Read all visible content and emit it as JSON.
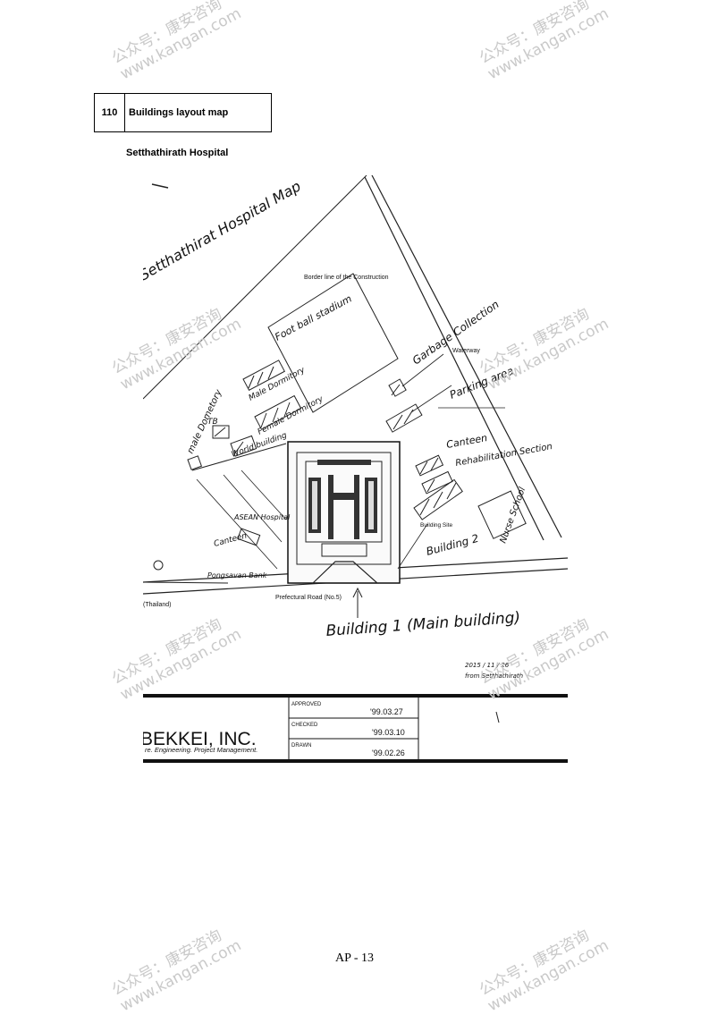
{
  "header": {
    "number": "110",
    "title": "Buildings layout map"
  },
  "subtitle": "Setthathirath Hospital",
  "map": {
    "handwritten_title": "Setthathirat Hospital Map",
    "border_line": "Border line of the Construction",
    "football": "Foot ball stadium",
    "garbage": "Garbage Collection",
    "waterway": "Waterway",
    "parking": "Parking area",
    "male_dorm": "Male Dormitory",
    "female_dorm": "Female Dormitory",
    "tb": "TB",
    "male_dormitory": "male Dometory",
    "world_building": "World building",
    "canteen": "Canteen",
    "rehab": "Rehabilitation Section",
    "building_site": "Building Site",
    "building2": "Building 2",
    "nurse_school": "Nurse School",
    "asean": "ASEAN Hospital",
    "canteen2": "Canteen",
    "bank": "Pongsavan Bank",
    "road_left": "(Thailand)",
    "road": "Prefectural Road (No.5)",
    "building1": "Building 1 (Main building)",
    "note": "2015 / 11 / 26",
    "note2": "from Setthathirath"
  },
  "title_block": {
    "company": "BEKKEI, INC.",
    "tagline": "re. Engineering. Project Management.",
    "approved_label": "APPROVED",
    "approved_date": "'99.03.27",
    "checked_label": "CHECKED",
    "checked_date": "'99.03.10",
    "drawn_label": "DRAWN",
    "drawn_date": "'99.02.26"
  },
  "page_number": "AP - 13",
  "watermark": {
    "line1": "公众号：康安咨询",
    "line2": "www.kangan.com"
  }
}
